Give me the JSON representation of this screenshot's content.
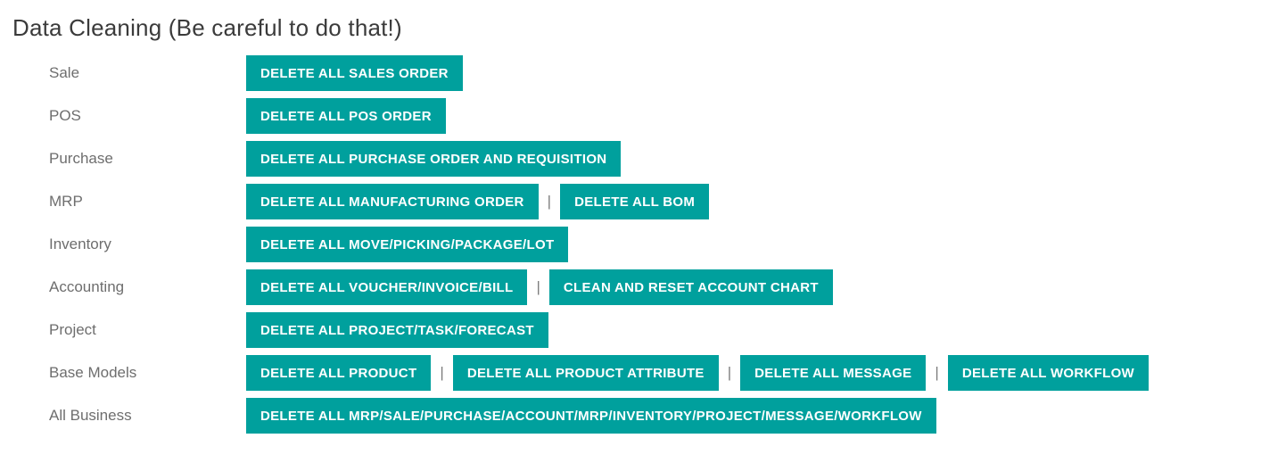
{
  "page": {
    "title": "Data Cleaning (Be careful to do that!)"
  },
  "separator": "|",
  "colors": {
    "button_background": "#00a09d",
    "button_text": "#ffffff",
    "label_text": "#6e6e6e",
    "title_text": "#3b3b3b",
    "separator_text": "#7d7d7d"
  },
  "rows": [
    {
      "label": "Sale",
      "buttons": [
        "DELETE ALL SALES ORDER"
      ]
    },
    {
      "label": "POS",
      "buttons": [
        "DELETE ALL POS ORDER"
      ]
    },
    {
      "label": "Purchase",
      "buttons": [
        "DELETE ALL PURCHASE ORDER AND REQUISITION"
      ]
    },
    {
      "label": "MRP",
      "buttons": [
        "DELETE ALL MANUFACTURING ORDER",
        "DELETE ALL BOM"
      ]
    },
    {
      "label": "Inventory",
      "buttons": [
        "DELETE ALL MOVE/PICKING/PACKAGE/LOT"
      ]
    },
    {
      "label": "Accounting",
      "buttons": [
        "DELETE ALL VOUCHER/INVOICE/BILL",
        "CLEAN AND RESET ACCOUNT CHART"
      ]
    },
    {
      "label": "Project",
      "buttons": [
        "DELETE ALL PROJECT/TASK/FORECAST"
      ]
    },
    {
      "label": "Base Models",
      "buttons": [
        "DELETE ALL PRODUCT",
        "DELETE ALL PRODUCT ATTRIBUTE",
        "DELETE ALL MESSAGE",
        "DELETE ALL WORKFLOW"
      ]
    },
    {
      "label": "All Business",
      "buttons": [
        "DELETE ALL MRP/SALE/PURCHASE/ACCOUNT/MRP/INVENTORY/PROJECT/MESSAGE/WORKFLOW"
      ]
    }
  ]
}
